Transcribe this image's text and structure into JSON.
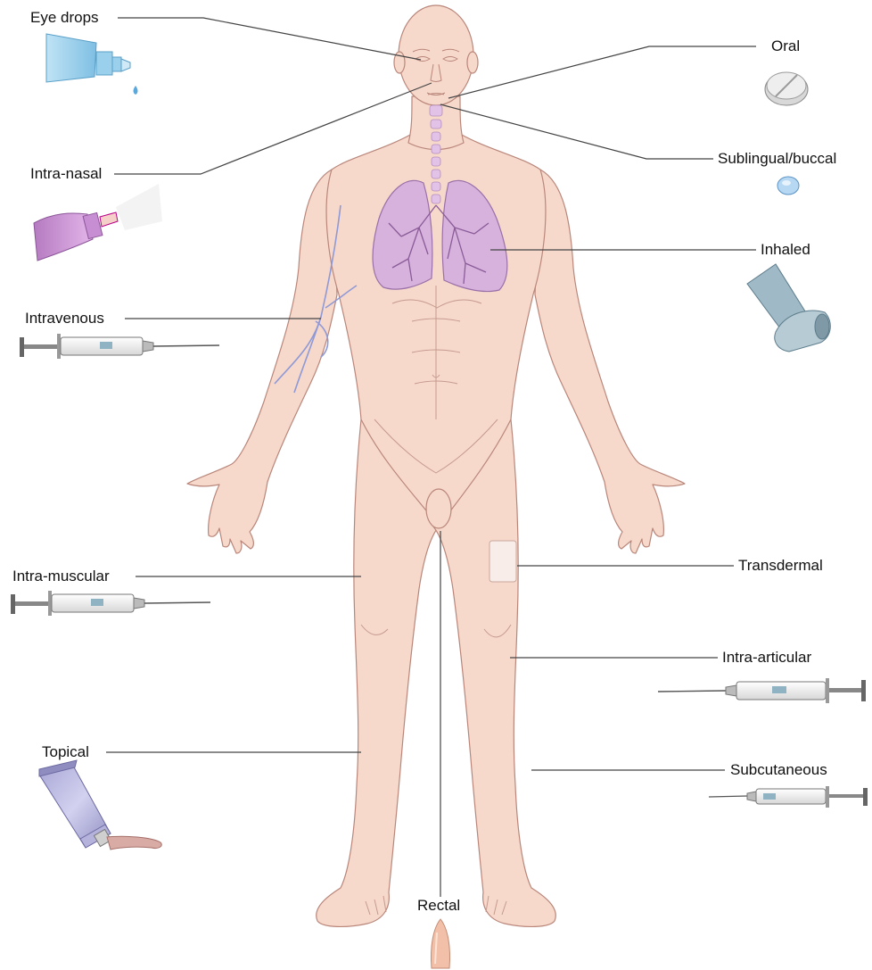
{
  "colors": {
    "skin": "#f7d9cc",
    "skin_outline": "#b9867a",
    "lung": "#d6b2dc",
    "lung_outline": "#9b6fa8",
    "vein": "#8f99d6",
    "leader_line": "#444444"
  },
  "routes": [
    {
      "id": "eye-drops",
      "label": "Eye drops",
      "icon": "eye-dropper-bottle-icon"
    },
    {
      "id": "oral",
      "label": "Oral",
      "icon": "tablet-icon"
    },
    {
      "id": "sublingual-buccal",
      "label": "Sublingual/buccal",
      "icon": "small-pill-icon"
    },
    {
      "id": "intra-nasal",
      "label": "Intra-nasal",
      "icon": "nasal-spray-icon"
    },
    {
      "id": "inhaled",
      "label": "Inhaled",
      "icon": "inhaler-icon"
    },
    {
      "id": "intravenous",
      "label": "Intravenous",
      "icon": "syringe-icon"
    },
    {
      "id": "intra-muscular",
      "label": "Intra-muscular",
      "icon": "syringe-icon"
    },
    {
      "id": "transdermal",
      "label": "Transdermal",
      "icon": "patch-icon"
    },
    {
      "id": "intra-articular",
      "label": "Intra-articular",
      "icon": "syringe-icon"
    },
    {
      "id": "topical",
      "label": "Topical",
      "icon": "ointment-tube-icon"
    },
    {
      "id": "subcutaneous",
      "label": "Subcutaneous",
      "icon": "syringe-icon"
    },
    {
      "id": "rectal",
      "label": "Rectal",
      "icon": "suppository-icon"
    }
  ]
}
